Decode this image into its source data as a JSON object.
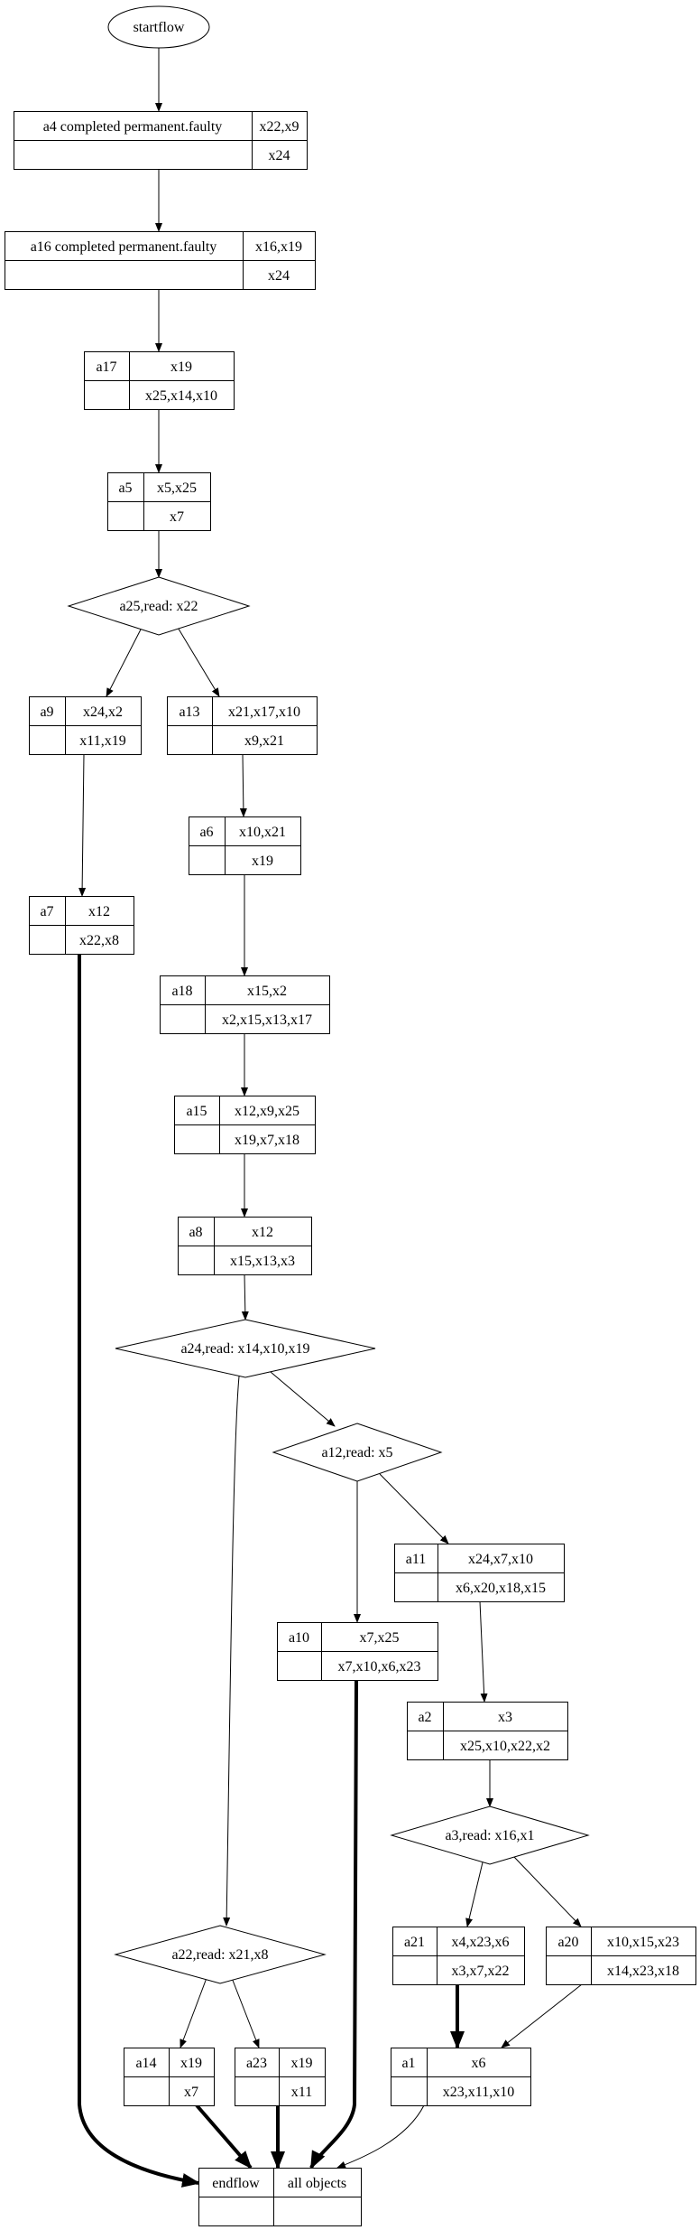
{
  "diagram": {
    "type": "flowchart",
    "nodes": [
      {
        "id": "startflow",
        "shape": "ellipse",
        "label": "startflow"
      },
      {
        "id": "a4",
        "shape": "record",
        "name": "a4 completed permanent.faulty",
        "top": "x22,x9",
        "bottom": "x24"
      },
      {
        "id": "a16",
        "shape": "record",
        "name": "a16 completed permanent.faulty",
        "top": "x16,x19",
        "bottom": "x24"
      },
      {
        "id": "a17",
        "shape": "record",
        "name": "a17",
        "top": "x19",
        "bottom": "x25,x14,x10"
      },
      {
        "id": "a5",
        "shape": "record",
        "name": "a5",
        "top": "x5,x25",
        "bottom": "x7"
      },
      {
        "id": "a25",
        "shape": "diamond",
        "label": "a25,read: x22"
      },
      {
        "id": "a9",
        "shape": "record",
        "name": "a9",
        "top": "x24,x2",
        "bottom": "x11,x19"
      },
      {
        "id": "a13",
        "shape": "record",
        "name": "a13",
        "top": "x21,x17,x10",
        "bottom": "x9,x21"
      },
      {
        "id": "a6",
        "shape": "record",
        "name": "a6",
        "top": "x10,x21",
        "bottom": "x19"
      },
      {
        "id": "a7",
        "shape": "record",
        "name": "a7",
        "top": "x12",
        "bottom": "x22,x8"
      },
      {
        "id": "a18",
        "shape": "record",
        "name": "a18",
        "top": "x15,x2",
        "bottom": "x2,x15,x13,x17"
      },
      {
        "id": "a15",
        "shape": "record",
        "name": "a15",
        "top": "x12,x9,x25",
        "bottom": "x19,x7,x18"
      },
      {
        "id": "a8",
        "shape": "record",
        "name": "a8",
        "top": "x12",
        "bottom": "x15,x13,x3"
      },
      {
        "id": "a24",
        "shape": "diamond",
        "label": "a24,read: x14,x10,x19"
      },
      {
        "id": "a12",
        "shape": "diamond",
        "label": "a12,read: x5"
      },
      {
        "id": "a11",
        "shape": "record",
        "name": "a11",
        "top": "x24,x7,x10",
        "bottom": "x6,x20,x18,x15"
      },
      {
        "id": "a10",
        "shape": "record",
        "name": "a10",
        "top": "x7,x25",
        "bottom": "x7,x10,x6,x23"
      },
      {
        "id": "a2",
        "shape": "record",
        "name": "a2",
        "top": "x3",
        "bottom": "x25,x10,x22,x2"
      },
      {
        "id": "a3",
        "shape": "diamond",
        "label": "a3,read: x16,x1"
      },
      {
        "id": "a22",
        "shape": "diamond",
        "label": "a22,read: x21,x8"
      },
      {
        "id": "a21",
        "shape": "record",
        "name": "a21",
        "top": "x4,x23,x6",
        "bottom": "x3,x7,x22"
      },
      {
        "id": "a20",
        "shape": "record",
        "name": "a20",
        "top": "x10,x15,x23",
        "bottom": "x14,x23,x18"
      },
      {
        "id": "a14",
        "shape": "record",
        "name": "a14",
        "top": "x19",
        "bottom": "x7"
      },
      {
        "id": "a23",
        "shape": "record",
        "name": "a23",
        "top": "x19",
        "bottom": "x11"
      },
      {
        "id": "a1",
        "shape": "record",
        "name": "a1",
        "top": "x6",
        "bottom": "x23,x11,x10"
      },
      {
        "id": "endflow",
        "shape": "record",
        "name": "endflow",
        "top": "all objects",
        "bottom": ""
      }
    ],
    "edges": [
      {
        "from": "startflow",
        "to": "a4",
        "bold": false
      },
      {
        "from": "a4",
        "to": "a16",
        "bold": false
      },
      {
        "from": "a16",
        "to": "a17",
        "bold": false
      },
      {
        "from": "a17",
        "to": "a5",
        "bold": false
      },
      {
        "from": "a5",
        "to": "a25",
        "bold": false
      },
      {
        "from": "a25",
        "to": "a9",
        "bold": false
      },
      {
        "from": "a25",
        "to": "a13",
        "bold": false
      },
      {
        "from": "a9",
        "to": "a7",
        "bold": false
      },
      {
        "from": "a13",
        "to": "a6",
        "bold": false
      },
      {
        "from": "a6",
        "to": "a18",
        "bold": false
      },
      {
        "from": "a18",
        "to": "a15",
        "bold": false
      },
      {
        "from": "a15",
        "to": "a8",
        "bold": false
      },
      {
        "from": "a8",
        "to": "a24",
        "bold": false
      },
      {
        "from": "a24",
        "to": "a12",
        "bold": false
      },
      {
        "from": "a24",
        "to": "a22",
        "bold": false
      },
      {
        "from": "a12",
        "to": "a10",
        "bold": false
      },
      {
        "from": "a12",
        "to": "a11",
        "bold": false
      },
      {
        "from": "a11",
        "to": "a2",
        "bold": false
      },
      {
        "from": "a2",
        "to": "a3",
        "bold": false
      },
      {
        "from": "a3",
        "to": "a21",
        "bold": false
      },
      {
        "from": "a3",
        "to": "a20",
        "bold": false
      },
      {
        "from": "a21",
        "to": "a1",
        "bold": true
      },
      {
        "from": "a20",
        "to": "a1",
        "bold": false
      },
      {
        "from": "a22",
        "to": "a14",
        "bold": false
      },
      {
        "from": "a22",
        "to": "a23",
        "bold": false
      },
      {
        "from": "a7",
        "to": "endflow",
        "bold": true
      },
      {
        "from": "a14",
        "to": "endflow",
        "bold": true
      },
      {
        "from": "a23",
        "to": "endflow",
        "bold": true
      },
      {
        "from": "a10",
        "to": "endflow",
        "bold": true
      },
      {
        "from": "a1",
        "to": "endflow",
        "bold": false
      }
    ]
  }
}
